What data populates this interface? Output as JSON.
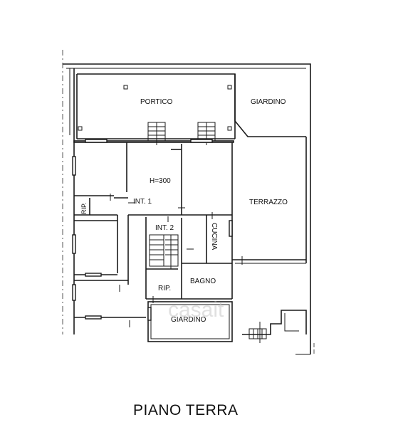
{
  "plan": {
    "title": "PIANO TERRA",
    "watermark": "casait",
    "rooms": {
      "portico": "PORTICO",
      "giardino_top": "GIARDINO",
      "h300": "H=300",
      "terrazzo": "TERRAZZO",
      "int1": "INT. 1",
      "int2": "INT. 2",
      "rip_left": "RIP.",
      "cucina": "CUCINA",
      "bagno": "BAGNO",
      "rip_bottom": "RIP.",
      "giardino_bottom": "GIARDINO"
    }
  }
}
